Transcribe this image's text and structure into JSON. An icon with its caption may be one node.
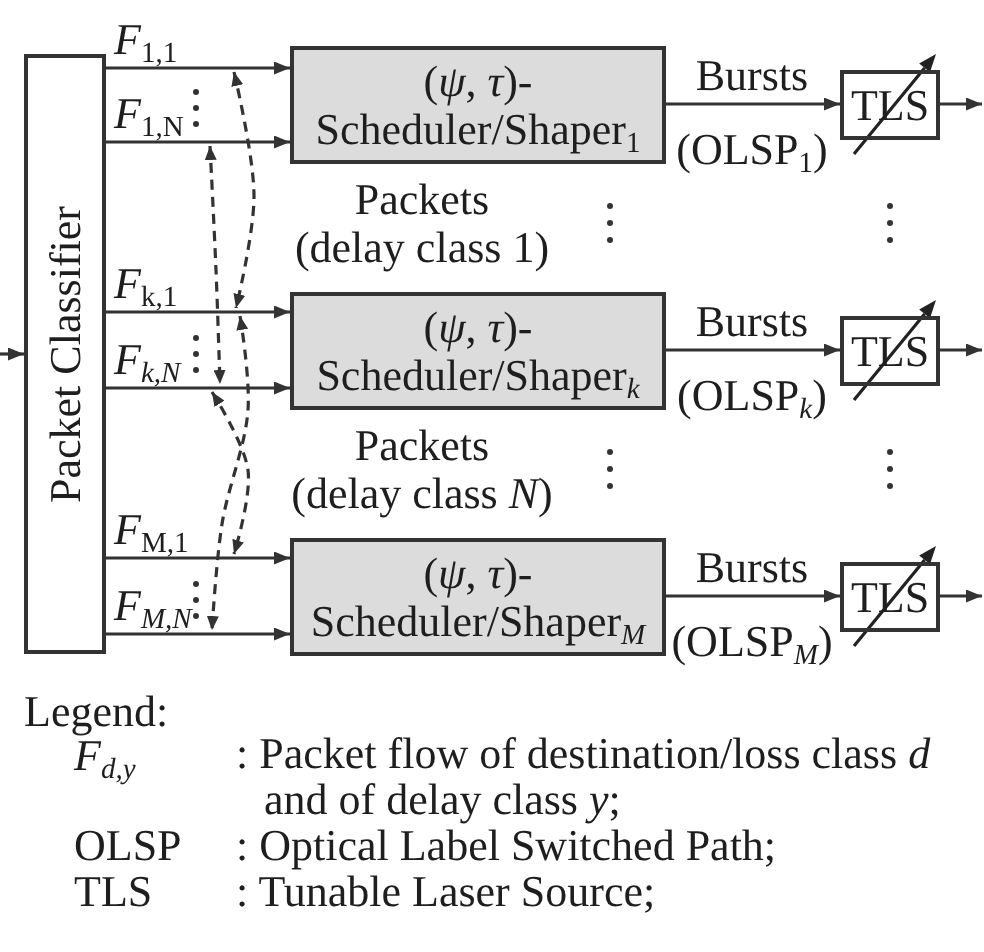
{
  "diagram": {
    "nodes": [
      {
        "text": [
          "Packet Classifier"
        ]
      },
      {
        "text": [
          "(*ψ*, *τ*)- Scheduler/Shaper$_{1}$"
        ]
      },
      {
        "text": [
          "TLS"
        ]
      },
      {
        "text": [
          "(*ψ*, *τ*)- Scheduler/Shaper$_{k}$"
        ]
      },
      {
        "text": [
          "TLS"
        ]
      },
      {
        "text": [
          "(*ψ*, *τ*)- Scheduler/Shaper$_{M}$"
        ]
      },
      {
        "text": [
          "TLS"
        ]
      }
    ],
    "edges": [
      {
        "from": null,
        "to": 0,
        "arrow": "to"
      },
      {
        "from": 0,
        "to": 1,
        "arrow": "to",
        "label": "*F*$_{1,1}$"
      },
      {
        "from": 0,
        "to": 1,
        "arrow": "to",
        "label": "*F*$_{1,N}$"
      },
      {
        "from": 1,
        "to": 2,
        "arrow": "to",
        "label": "Bursts"
      },
      {
        "from": 2,
        "to": null,
        "arrow": "to"
      },
      {
        "from": 0,
        "to": 3,
        "arrow": "to",
        "label": "*F*$_{k,1}$"
      },
      {
        "from": 0,
        "to": 3,
        "arrow": "to",
        "label": "*F*$_{k,N}$"
      },
      {
        "from": 3,
        "to": 4,
        "arrow": "to",
        "label": "Bursts"
      },
      {
        "from": 4,
        "to": null,
        "arrow": "to"
      },
      {
        "from": 0,
        "to": 5,
        "arrow": "to",
        "label": "*F*$_{M,1}$"
      },
      {
        "from": 0,
        "to": 5,
        "arrow": "to",
        "label": "*F*$_{M,N}$"
      },
      {
        "from": 5,
        "to": 6,
        "arrow": "to",
        "label": "Bursts"
      },
      {
        "from": 6,
        "to": null,
        "arrow": "to"
      }
    ],
    "labels": [
      "(OLSP$_{1}$)",
      "Packets (delay class 1)",
      "(OLSP$_{k}$)",
      "Packets (delay class *N*)",
      "(OLSP$_{M}$)",
      "Legend:",
      "F$_{d,y}$",
      ": Packet flow of destination/loss class *d* and of delay class *y*;",
      "OLSP",
      ": Optical Label Switched Path;",
      "TLS",
      ": Tunable Laser Source;"
    ]
  }
}
